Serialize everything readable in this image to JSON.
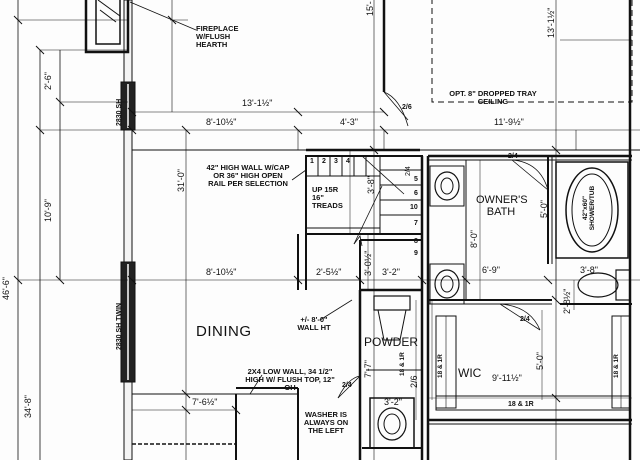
{
  "notes": {
    "fireplace": "FIREPLACE W/FLUSH HEARTH",
    "tray_ceiling": "OPT. 8\" DROPPED TRAY CEILING",
    "high_wall": "42\" HIGH WALL W/CAP OR 36\" HIGH OPEN RAIL PER SELECTION",
    "stair_up": "UP 15R 16\" TREADS",
    "wall_ht": "+/- 8'-0\" WALL HT",
    "low_wall": "2X4 LOW WALL, 34 1/2\" HIGH W/ FLUSH TOP, 12\" OH",
    "washer": "WASHER IS ALWAYS ON THE LEFT",
    "shower": "42\"x60\" SHOWER/TUB"
  },
  "rooms": {
    "dining": "DINING",
    "powder": "POWDER",
    "owners_bath": "OWNER'S BATH",
    "wic": "WIC"
  },
  "windows": {
    "upper": "2830 SH",
    "lower": "2830 SH TWIN"
  },
  "dims": {
    "d13_1_half": "13'-1½\"",
    "d8_10_half_a": "8'-10½\"",
    "d4_3": "4'-3\"",
    "d11_9_half": "11'-9½\"",
    "d2_4_a": "2/4",
    "d2_6_door": "2/6",
    "d8_10_half_b": "8'-10½\"",
    "d2_5_half": "2'-5½\"",
    "d3_2": "3'-2\"",
    "d6_9": "6'-9\"",
    "d3_8": "3'-8\"",
    "d2_4_b": "2/4",
    "d2_4_c": "2/4",
    "d9_11_half": "9'-11½\"",
    "d7_6_half": "7'-6½\"",
    "d3_2_b": "3'-2\"",
    "v_15": "15'-",
    "v_13_1": "13'-1½\"",
    "v_31_0": "31'-0\"",
    "v_2_6": "2'-6\"",
    "v_10_9": "10'-9\"",
    "v_46_6": "46'-6\"",
    "v_34_8": "34'-8\"",
    "v_3_8": "3'-8\"",
    "v_5_0": "5'-0\"",
    "v_8_0": "8'-0\"",
    "v_2_8": "2'-8½\"",
    "v_5_0_b": "5'-0\"",
    "v_3_0": "3'-0½\"",
    "v_7_7": "7'-7\"",
    "v_2_6_b": "2/6",
    "v_2_4": "2/4"
  },
  "shelves": {
    "s1": "18 & 1R",
    "s2": "18 & 1R",
    "s3": "18 & 1R",
    "s4": "18 & 1R"
  },
  "steps": [
    "1",
    "2",
    "3",
    "4",
    "5",
    "6",
    "7",
    "8",
    "9",
    "10"
  ]
}
